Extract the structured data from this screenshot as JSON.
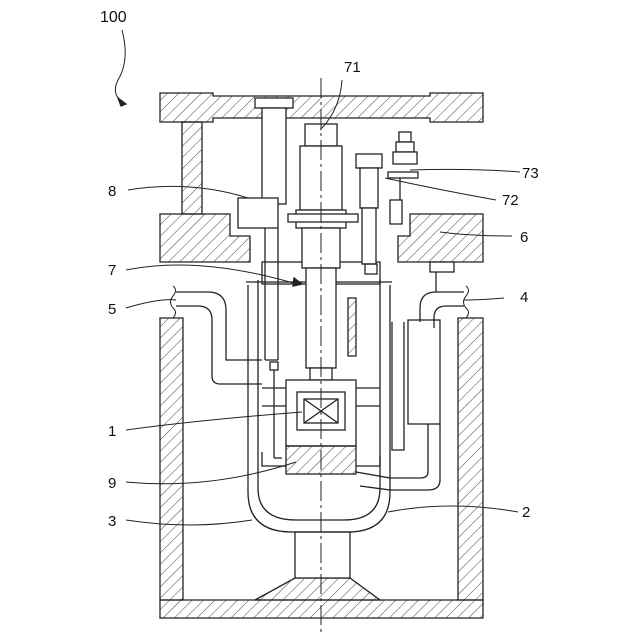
{
  "figure": {
    "ref_100": "100",
    "ref_71": "71",
    "ref_72": "72",
    "ref_73": "73",
    "ref_8": "8",
    "ref_6": "6",
    "ref_7": "7",
    "ref_5": "5",
    "ref_4": "4",
    "ref_1": "1",
    "ref_9": "9",
    "ref_3": "3",
    "ref_2": "2"
  },
  "colors": {
    "line": "#222222",
    "hatch": "#555555",
    "paper": "#ffffff"
  }
}
